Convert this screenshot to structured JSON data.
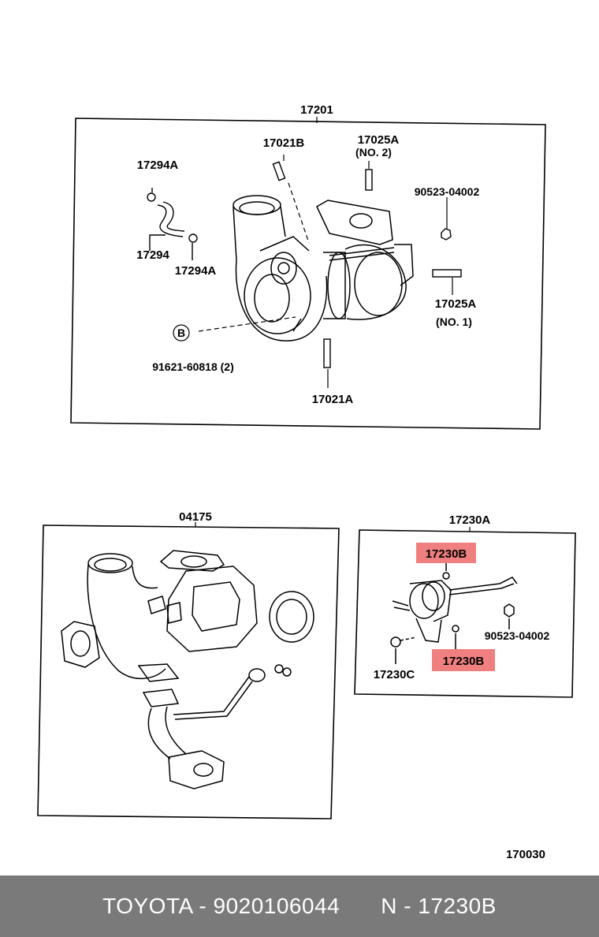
{
  "labels": {
    "assembly_top": "17201",
    "p17021b": "17021B",
    "p17025a_top": "17025A",
    "no2": "(NO. 2)",
    "p17294a_top": "17294A",
    "p90523_top": "90523-04002",
    "p17294": "17294",
    "p17294a_bottom": "17294A",
    "p17025a_right": "17025A",
    "no1": "(NO. 1)",
    "b_marker": "B",
    "p91621": "91621-60818 (2)",
    "p17021a": "17021A",
    "p04175": "04175",
    "p17230a": "17230A",
    "p17230b_top": "17230B",
    "p90523_bottom": "90523-04002",
    "p17230b_bottom": "17230B",
    "p17230c": "17230C",
    "page_code": "170030"
  },
  "highlight_color": "#f08080",
  "footer": {
    "brand_part": "TOYOTA - 9020106044",
    "ref_part": "N - 17230B"
  }
}
